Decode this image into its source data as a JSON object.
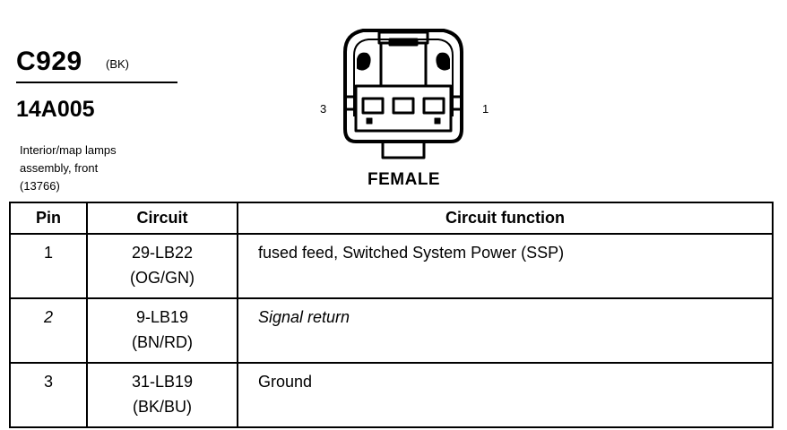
{
  "connector": {
    "id": "C929",
    "color_code": "(BK)",
    "part_number": "14A005",
    "description_lines": [
      "Interior/map lamps",
      "assembly, front",
      "(13766)"
    ],
    "pin_left_label": "3",
    "pin_right_label": "1",
    "gender": "FEMALE"
  },
  "table": {
    "headers": [
      "Pin",
      "Circuit",
      "Circuit function"
    ],
    "rows": [
      {
        "pin": "1",
        "circuit_line1": "29-LB22",
        "circuit_line2": "(OG/GN)",
        "function": "fused feed, Switched System Power (SSP)",
        "italic": false
      },
      {
        "pin": "2",
        "circuit_line1": "9-LB19",
        "circuit_line2": "(BN/RD)",
        "function": "Signal return",
        "italic": true
      },
      {
        "pin": "3",
        "circuit_line1": "31-LB19",
        "circuit_line2": "(BK/BU)",
        "function": "Ground",
        "italic": false
      }
    ]
  }
}
